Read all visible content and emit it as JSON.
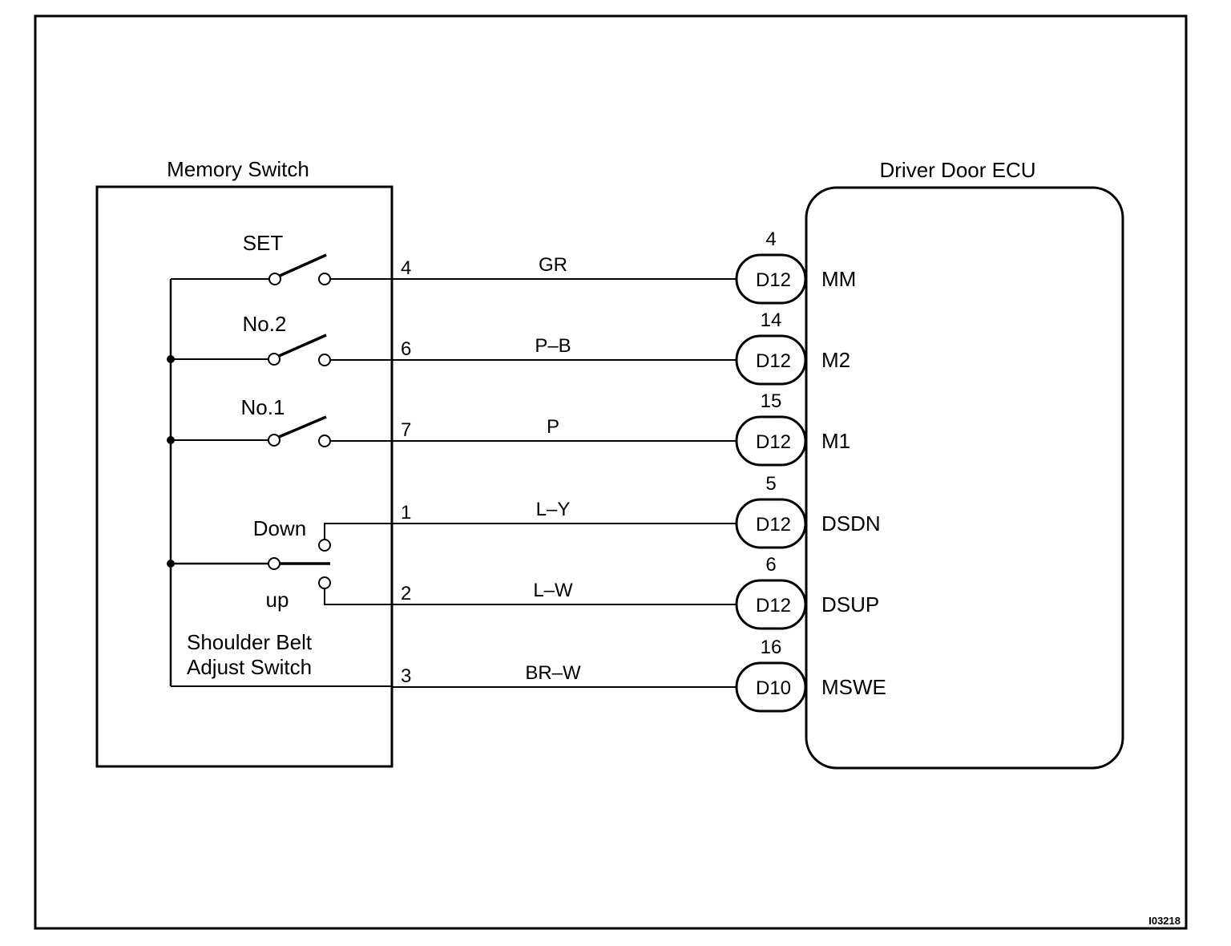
{
  "figure_id": "I03218",
  "components": {
    "memory_switch": {
      "title": "Memory Switch"
    },
    "ecu": {
      "title": "Driver Door ECU"
    },
    "shoulder_belt_switch": {
      "line1": "Shoulder Belt",
      "line2": "Adjust Switch",
      "down_label": "Down",
      "up_label": "up"
    }
  },
  "switches": [
    {
      "label": "SET"
    },
    {
      "label": "No.2"
    },
    {
      "label": "No.1"
    }
  ],
  "wires": [
    {
      "switch_pin": "4",
      "color": "GR",
      "ecu_pin": "4",
      "connector": "D12",
      "terminal": "MM"
    },
    {
      "switch_pin": "6",
      "color": "P–B",
      "ecu_pin": "14",
      "connector": "D12",
      "terminal": "M2"
    },
    {
      "switch_pin": "7",
      "color": "P",
      "ecu_pin": "15",
      "connector": "D12",
      "terminal": "M1"
    },
    {
      "switch_pin": "1",
      "color": "L–Y",
      "ecu_pin": "5",
      "connector": "D12",
      "terminal": "DSDN"
    },
    {
      "switch_pin": "2",
      "color": "L–W",
      "ecu_pin": "6",
      "connector": "D12",
      "terminal": "DSUP"
    },
    {
      "switch_pin": "3",
      "color": "BR–W",
      "ecu_pin": "16",
      "connector": "D10",
      "terminal": "MSWE"
    }
  ]
}
